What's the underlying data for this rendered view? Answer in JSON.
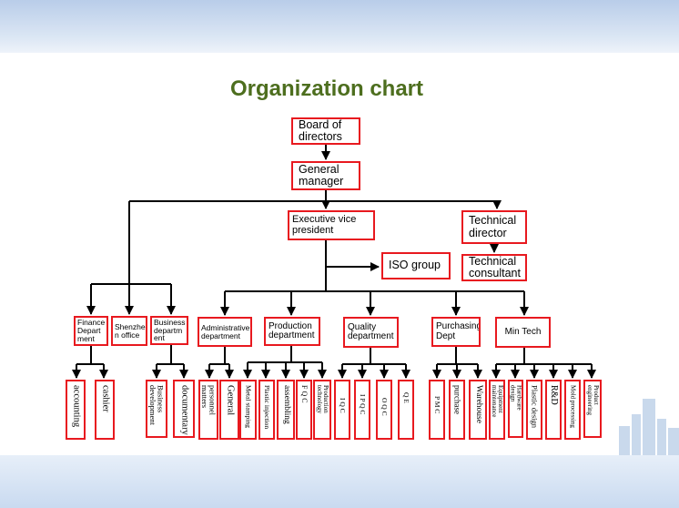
{
  "title": "Organization chart",
  "colors": {
    "title": "#4d6e1e",
    "box_border": "#e8191f",
    "connector": "#000000"
  },
  "top": {
    "board": "Board of\ndirectors",
    "gm": "General\nmanager",
    "evp": "Executive vice\npresident",
    "td": "Technical\ndirector",
    "iso": "ISO group",
    "tc": "Technical\nconsultant"
  },
  "departments": {
    "finance": "Finance\nDepart\nment",
    "shenzhen": "Shenzhe\nn office",
    "business": "Business\ndepartm\nent",
    "admin": "Administrative\ndepartment",
    "production": "Production\ndepartment",
    "quality": "Quality\ndepartment",
    "purchasing": "Purchasing\nDept",
    "mintech": "Min Tech"
  },
  "units": {
    "accounting": "accounting",
    "cashier": "cashier",
    "business_development": "Business\ndevelopment",
    "documentary": "documentary",
    "personnel_matters": "personnel\nmatters",
    "general": "General",
    "metal_stamping": "Metal stamping",
    "plastic_injection": "Plastic injection",
    "assembling": "assembling",
    "fqc": "F Q C",
    "production_technology": "Production\ntechnology",
    "iqc": "I Q C",
    "ipqc": "I P Q C",
    "oqc": "O Q C",
    "qe": "Q   E",
    "pmc": "P M C",
    "purchase": "purchase",
    "warehouse": "Warehouse",
    "equipment_maintenance": "Equipment\nmaintenance",
    "hardware_design": "Hardware\ndesign",
    "plastic_design": "Plastic design",
    "rd": "R&D",
    "mold_processing": "Mold processing",
    "product_engineering": "Product\nengineering"
  }
}
